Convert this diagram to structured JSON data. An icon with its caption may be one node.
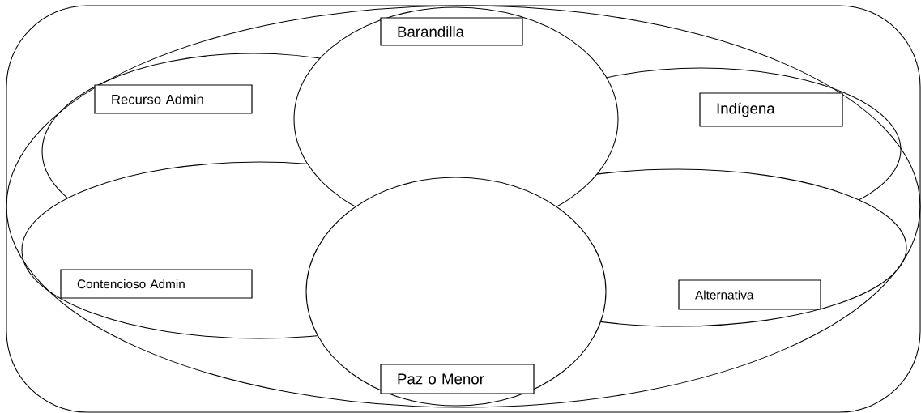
{
  "diagram": {
    "nodes": [
      {
        "text": [
          "Barandilla"
        ]
      },
      {
        "text": [
          "Recurso Admin"
        ]
      },
      {
        "text": [
          "Indígena"
        ]
      },
      {
        "text": [
          "Contencioso Admin"
        ]
      },
      {
        "text": [
          "Alternativa"
        ]
      },
      {
        "text": [
          "Paz o Menor"
        ]
      }
    ]
  }
}
